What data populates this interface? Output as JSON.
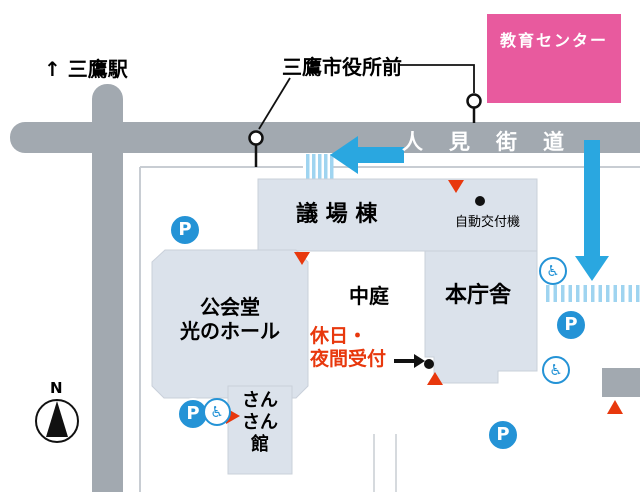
{
  "map": {
    "station_label": "↑ 三鷹駅",
    "bus_stop_label": "三鷹市役所前",
    "street_name": "人見街道",
    "education_center": "教育センター",
    "buildings": {
      "assembly_hall": "議 場 棟",
      "main_hall": "本庁舎",
      "courtyard": "中庭",
      "public_hall_line1": "公会堂",
      "public_hall_line2": "光のホール",
      "sansan_line1": "さん",
      "sansan_line2": "さん",
      "sansan_line3": "館"
    },
    "annotations": {
      "auto_machine": "自動交付機",
      "reception_line1": "休日・",
      "reception_line2": "夜間受付"
    },
    "icons": {
      "parking": "P",
      "wheelchair": "♿"
    },
    "compass_n": "N",
    "colors": {
      "road_gray": "#a2a9b0",
      "building_fill": "#dbe2eb",
      "education_pink": "#e85a9e",
      "arrow_blue": "#2aa7e0",
      "marker_red": "#e8380d",
      "parking_blue": "#2493d6",
      "crosswalk_blue": "#9fd4f0"
    }
  }
}
